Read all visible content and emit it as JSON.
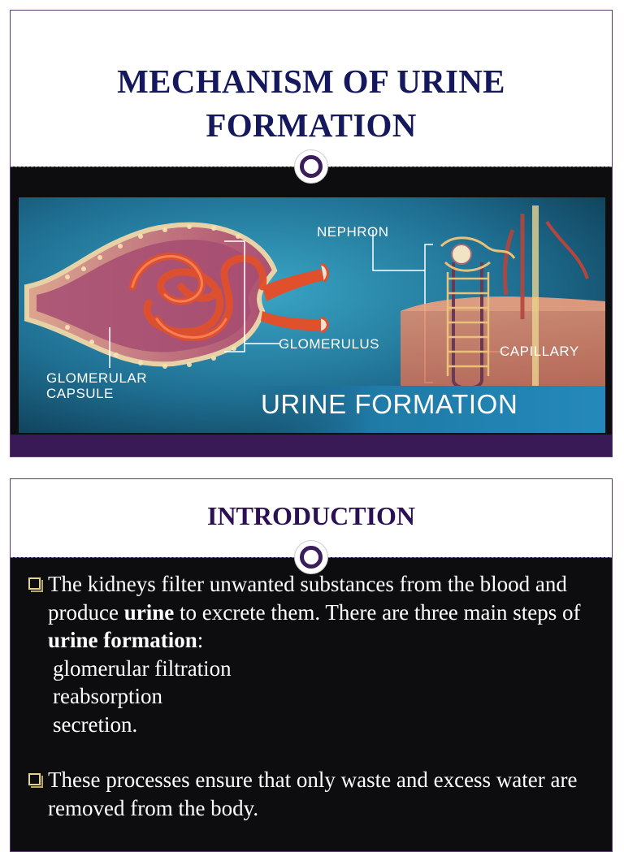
{
  "slide1": {
    "title_line1": "MECHANISM OF URINE",
    "title_line2": "FORMATION",
    "image": {
      "labels": {
        "nephron": "NEPHRON",
        "glomerulus": "GLOMERULUS",
        "capillary": "CAPILLARY",
        "capsule_line1": "GLOMERULAR",
        "capsule_line2": "CAPSULE",
        "banner": "URINE FORMATION"
      }
    }
  },
  "slide2": {
    "title": "INTRODUCTION",
    "bullets": [
      {
        "seg1": "The kidneys filter unwanted substances from the blood and produce ",
        "bold1": "urine",
        "seg2": " to excrete them. There are three main steps of ",
        "bold2": "urine formation",
        "seg3": ":",
        "steps": [
          "glomerular filtration",
          "reabsorption",
          "secretion."
        ]
      },
      {
        "text": "These processes ensure that only waste and excess water are removed from the body."
      }
    ]
  },
  "colors": {
    "title1": "#15185c",
    "title2": "#2b1054",
    "slide_bg": "#0d0d0f",
    "accent_purple": "#3a1a56",
    "bullet_icon": "#e3d48a"
  }
}
